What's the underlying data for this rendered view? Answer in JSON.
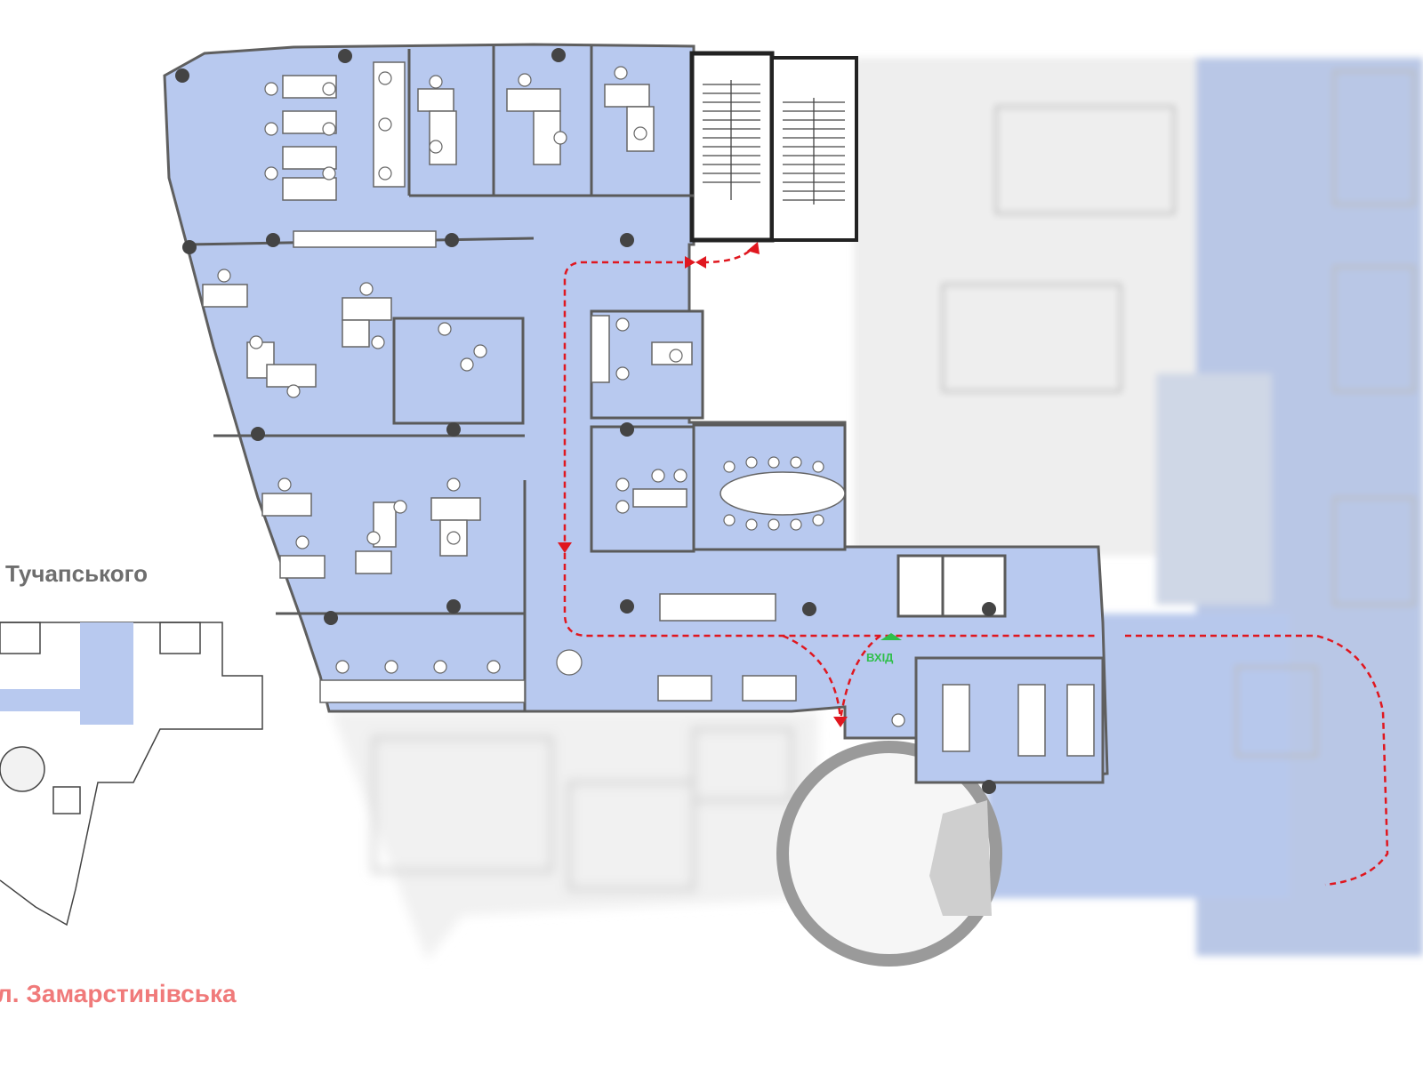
{
  "labels": {
    "street_top": "Тучапського",
    "street_bottom": "л. Замарстинівська",
    "entry": "ВХІД"
  },
  "colors": {
    "office_fill": "#b8c9ef",
    "wall": "#3d3d3d",
    "neighbor_fill": "#e9e9e9",
    "route": "#e0171f",
    "entry_marker": "#2fbf4a",
    "street_bottom_text": "#f07a7a",
    "street_top_text": "#6e6e6e"
  },
  "icons": [
    "desk-icon",
    "chair-icon",
    "column-icon",
    "stairs-icon",
    "route-arrow-icon",
    "door-icon",
    "toilet-icon"
  ]
}
